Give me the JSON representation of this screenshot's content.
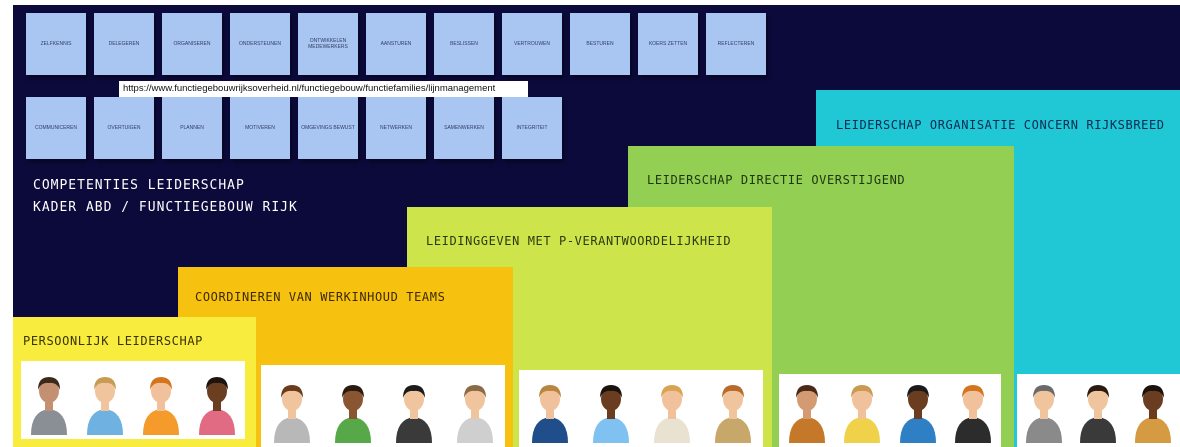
{
  "sticky_notes": {
    "row1": [
      "ZELFKENNIS",
      "DELEGEREN",
      "ORGANISEREN",
      "ONDERSTEUNEN",
      "ONTWIKKELEN MEDEWERKERS",
      "AANSTUREN",
      "BESLISSEN",
      "VERTROUWEN",
      "BESTUREN",
      "KOERS ZETTEN",
      "REFLECTEREN"
    ],
    "row2": [
      "COMMUNICEREN",
      "OVERTUIGEN",
      "PLANNEN",
      "MOTIVEREN",
      "OMGEVINGS BEWUST",
      "NETWERKEN",
      "SAMENWERKEN",
      "INTEGRITEIT"
    ]
  },
  "url_text": "https://www.functiegebouwrijksoverheid.nl/functiegebouw/functiefamilies/lijnmanagement",
  "heading": {
    "line1": "COMPETENTIES LEIDERSCHAP",
    "line2": "KADER ABD / FUNCTIEGEBOUW RIJK"
  },
  "steps": [
    {
      "label": "PERSOONLIJK LEIDERSCHAP",
      "color": "#f8ec3e"
    },
    {
      "label": "COORDINEREN VAN WERKINHOUD TEAMS",
      "color": "#f6c20f"
    },
    {
      "label": "LEIDINGGEVEN MET P-VERANTWOORDELIJKHEID",
      "color": "#cde44a"
    },
    {
      "label": "LEIDERSCHAP DIRECTIE OVERSTIJGEND",
      "color": "#92cf52"
    },
    {
      "label": "LEIDERSCHAP ORGANISATIE CONCERN RIJKSBREED",
      "color": "#20c8d6"
    }
  ]
}
